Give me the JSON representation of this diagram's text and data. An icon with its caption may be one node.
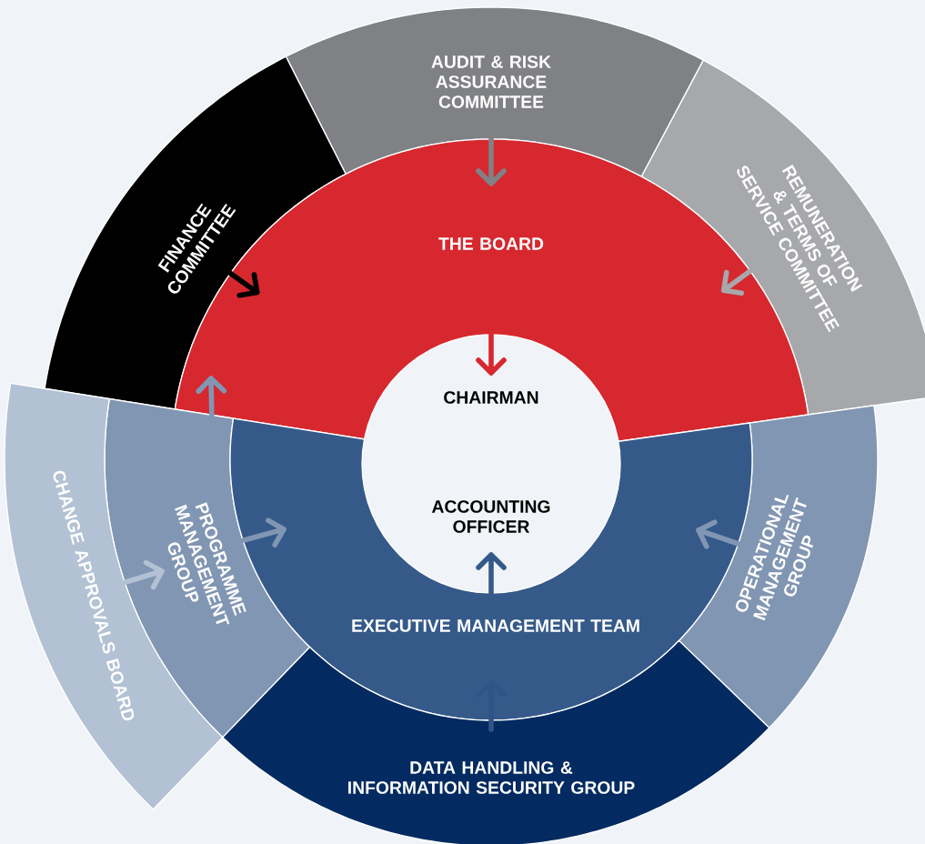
{
  "diagram": {
    "nodes": [
      {
        "text": [
          "AUDIT & RISK ASSURANCE COMMITTEE"
        ]
      },
      {
        "text": [
          "FINANCE COMMITTEE"
        ]
      },
      {
        "text": [
          "REMUNERATION & TERMS OF SERVICE COMMITTEE"
        ]
      },
      {
        "text": [
          "THE BOARD"
        ]
      },
      {
        "text": [
          "CHAIRMAN",
          "ACCOUNTING OFFICER"
        ]
      },
      {
        "text": [
          "PROGRAMME MANAGEMENT GROUP"
        ]
      },
      {
        "text": [
          "OPERATIONAL MANAGEMENT GROUP"
        ]
      },
      {
        "text": [
          "CHANGE APPROVALS BOARD"
        ]
      },
      {
        "text": [
          "EXECUTIVE MANAGEMENT TEAM"
        ]
      },
      {
        "text": [
          "DATA HANDLING & INFORMATION SECURITY GROUP"
        ]
      }
    ],
    "edges": [
      {
        "from": 0,
        "to": 3,
        "arrow": "to",
        "color": "#808185"
      },
      {
        "from": 1,
        "to": 3,
        "arrow": "to",
        "color": "#000000"
      },
      {
        "from": 2,
        "to": 3,
        "arrow": "to",
        "color": "#a7a8ab"
      },
      {
        "from": 3,
        "to": 4,
        "arrow": "to",
        "color": "#d6282e"
      },
      {
        "from": 5,
        "to": 3,
        "arrow": "to",
        "color": "#8196b3"
      },
      {
        "from": 5,
        "to": 8,
        "arrow": "to",
        "color": "#8196b3"
      },
      {
        "from": 7,
        "to": 5,
        "arrow": "to",
        "color": "#b3c1d4"
      },
      {
        "from": 6,
        "to": 8,
        "arrow": "to",
        "color": "#8196b3"
      },
      {
        "from": 9,
        "to": 8,
        "arrow": "to",
        "color": "#2f5487"
      },
      {
        "from": 8,
        "to": 4,
        "arrow": "to",
        "color": "#355a8a"
      }
    ]
  }
}
